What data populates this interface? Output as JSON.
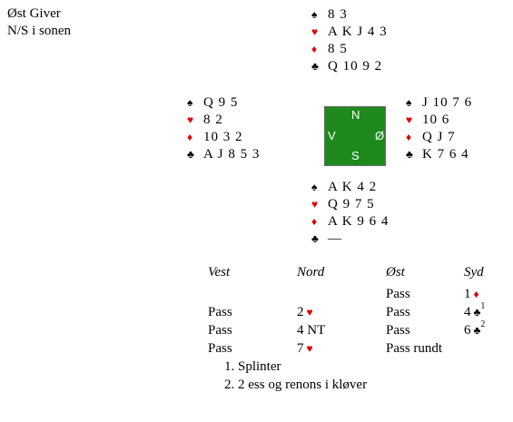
{
  "header": {
    "dealer": "Øst Giver",
    "vulnerability": "N/S i sonen"
  },
  "symbols": {
    "spade": "♠",
    "heart": "♥",
    "diamond": "♦",
    "club": "♣"
  },
  "hands": {
    "north": {
      "spades": "8 3",
      "hearts": "A K J 4 3",
      "diamonds": "8 5",
      "clubs": "Q 10 9 2"
    },
    "west": {
      "spades": "Q 9 5",
      "hearts": "8 2",
      "diamonds": "10 3 2",
      "clubs": "A J 8 5 3"
    },
    "east": {
      "spades": "J 10 7 6",
      "hearts": "10 6",
      "diamonds": "Q J 7",
      "clubs": "K 7 6 4"
    },
    "south": {
      "spades": "A K 4 2",
      "hearts": "Q 9 7 5",
      "diamonds": "A K 9 6 4",
      "clubs": "—"
    }
  },
  "compass": {
    "north": "N",
    "west": "V",
    "east": "Ø",
    "south": "S",
    "color": "#1e8a1e"
  },
  "auction": {
    "headers": [
      "Vest",
      "Nord",
      "Øst",
      "Syd"
    ],
    "rows": [
      {
        "vest": "",
        "nord": "",
        "ost": "Pass",
        "syd": "1"
      },
      {
        "vest": "Pass",
        "nord": "2",
        "ost": "Pass",
        "syd": "4",
        "syd_note": "1"
      },
      {
        "vest": "Pass",
        "nord": "4 NT",
        "ost": "Pass",
        "syd": "6",
        "syd_note": "2"
      },
      {
        "vest": "Pass",
        "nord": "7",
        "ost": "Pass rundt",
        "syd": ""
      }
    ]
  },
  "notes": [
    "1. Splinter",
    "2. 2 ess og renons i kløver"
  ]
}
